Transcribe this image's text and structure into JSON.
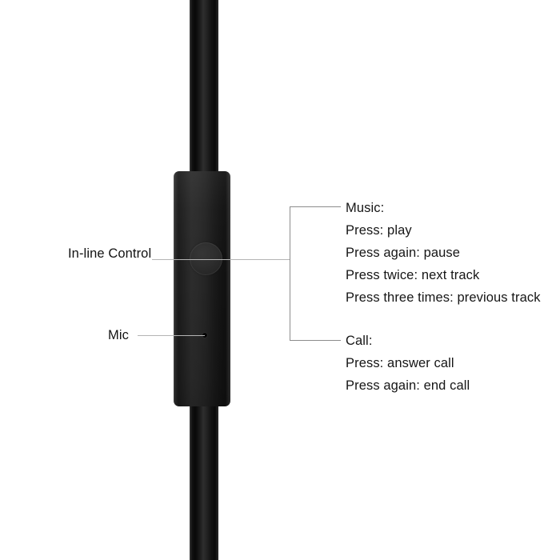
{
  "diagram": {
    "title": "In-line Control",
    "background_color": "#ffffff",
    "line_color": "#b4b4b4",
    "text_color": "#161616",
    "cable_color": "#101010",
    "module_color": "#242424"
  },
  "labels": {
    "inline_control": "In-line Control",
    "mic": "Mic"
  },
  "callouts": {
    "music": {
      "heading": "Music:",
      "lines": [
        "Press: play",
        "Press again: pause",
        "Press twice: next track",
        "Press three times: previous track"
      ]
    },
    "call": {
      "heading": "Call:",
      "lines": [
        "Press: answer call",
        "Press again: end call"
      ]
    }
  }
}
